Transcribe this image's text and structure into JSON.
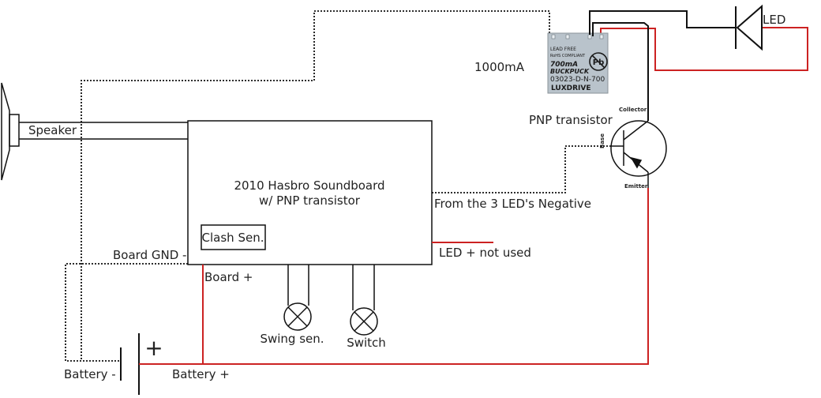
{
  "labels": {
    "speaker": "Speaker",
    "board_title_1": "2010 Hasbro Soundboard",
    "board_title_2": "w/ PNP transistor",
    "clash": "Clash Sen.",
    "board_gnd": "Board GND -",
    "board_plus": "Board +",
    "swing": "Swing sen.",
    "switch": "Switch",
    "battery_minus": "Battery -",
    "battery_plus": "Battery +",
    "battery_plus_symbol": "+",
    "from_led_neg": "From the 3 LED's Negative",
    "led_not_used": "LED + not used",
    "current": "1000mA",
    "pnp": "PNP transistor",
    "collector": "Collector",
    "base": "Base",
    "emitter": "Emitter",
    "led": "LED"
  },
  "driver": {
    "line1": "LEAD FREE",
    "line2": "RoHS COMPLIANT",
    "line3": "700mA",
    "line4": "BUCKPUCK",
    "line5": "03023-D-N-700",
    "brand": "LUXDRIVE",
    "logo": "Pb"
  },
  "colors": {
    "wire": "#111111",
    "positive": "#cc2222",
    "driver_body": "#b9c3cb",
    "background": "#ffffff"
  }
}
